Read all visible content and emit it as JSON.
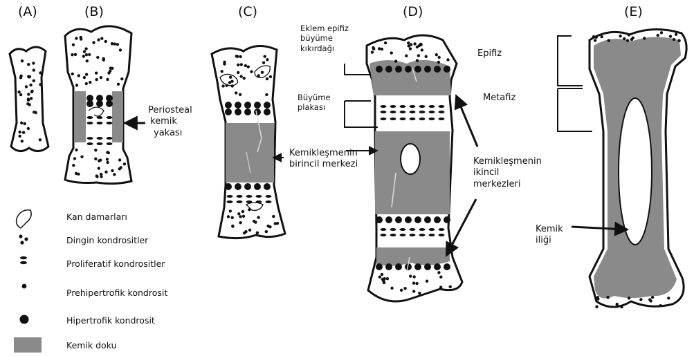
{
  "panels": [
    "(A)",
    "(B)",
    "(C)",
    "(D)",
    "(E)"
  ],
  "labels": {
    "periosteal_collar": [
      "Periosteal",
      "kemik",
      "yakası"
    ],
    "primary_center": [
      "Kemikleşmenin",
      "birincil merkezi"
    ],
    "articular_cartilage": [
      "Eklem epifiz",
      "büyüme",
      "kıkırdağı"
    ],
    "growth_plate": [
      "Büyüme",
      "plakası"
    ],
    "epiphysis": "Epifiz",
    "metaphysis": "Metafiz",
    "secondary_centers": [
      "Kemikleşmenin",
      "ikincil",
      "merkezleri"
    ],
    "bone_marrow": [
      "Kemik",
      "iliği"
    ]
  },
  "legend": [
    {
      "symbol": "vessel-icon",
      "label": "Kan damarları"
    },
    {
      "symbol": "resting-chondrocyte-icon",
      "label": "Dingin kondrositler"
    },
    {
      "symbol": "proliferative-chondrocyte-icon",
      "label": "Proliferatif kondrositler"
    },
    {
      "symbol": "prehypertrophic-chondrocyte-icon",
      "label": "Prehipertrofik kondrosit"
    },
    {
      "symbol": "hypertrophic-chondrocyte-icon",
      "label": "Hipertrofik kondrosit"
    },
    {
      "symbol": "bone-tissue-icon",
      "label": "Kemik doku"
    }
  ],
  "colors": {
    "bone": "#8a8a8a",
    "ink": "#111111",
    "cartilage": "#ffffff"
  }
}
